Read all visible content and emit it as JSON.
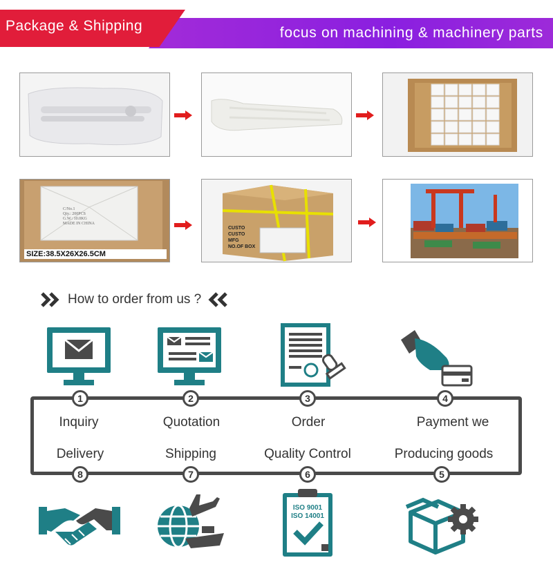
{
  "banner": {
    "left_title": "Package & Shipping",
    "right_title": "focus on machining & machinery parts",
    "red": "#e11d3a",
    "purple": "#9a27dc"
  },
  "photos": {
    "row1": [
      "packed-part-bag",
      "foam-wrapped-part",
      "carton-of-packed-parts"
    ],
    "row2_label_card": {
      "lines": [
        "C/No.1",
        "Qty.: 200PCS",
        "G.W.: 10.0KG",
        "MADE IN CHINA"
      ],
      "size_text": "SIZE:38.5X26X26.5CM"
    },
    "row2_box": {
      "lines": [
        "CUSTO",
        "CUSTO",
        "MFG",
        "NO.OF BOX"
      ]
    },
    "row2": [
      "shipping-label-card",
      "strapped-carton",
      "container-port"
    ]
  },
  "order": {
    "heading": "How to order from us ?",
    "steps_top": [
      {
        "num": "1",
        "label": "Inquiry"
      },
      {
        "num": "2",
        "label": "Quotation"
      },
      {
        "num": "3",
        "label": "Order"
      },
      {
        "num": "4",
        "label": "Payment we"
      }
    ],
    "steps_bottom": [
      {
        "num": "8",
        "label": "Delivery"
      },
      {
        "num": "7",
        "label": "Shipping"
      },
      {
        "num": "6",
        "label": "Quality Control"
      },
      {
        "num": "5",
        "label": "Producing goods"
      }
    ],
    "iso_lines": [
      "ISO 9001",
      "ISO 14001"
    ],
    "teal": "#1f7f86",
    "dark": "#4a4a4a"
  }
}
